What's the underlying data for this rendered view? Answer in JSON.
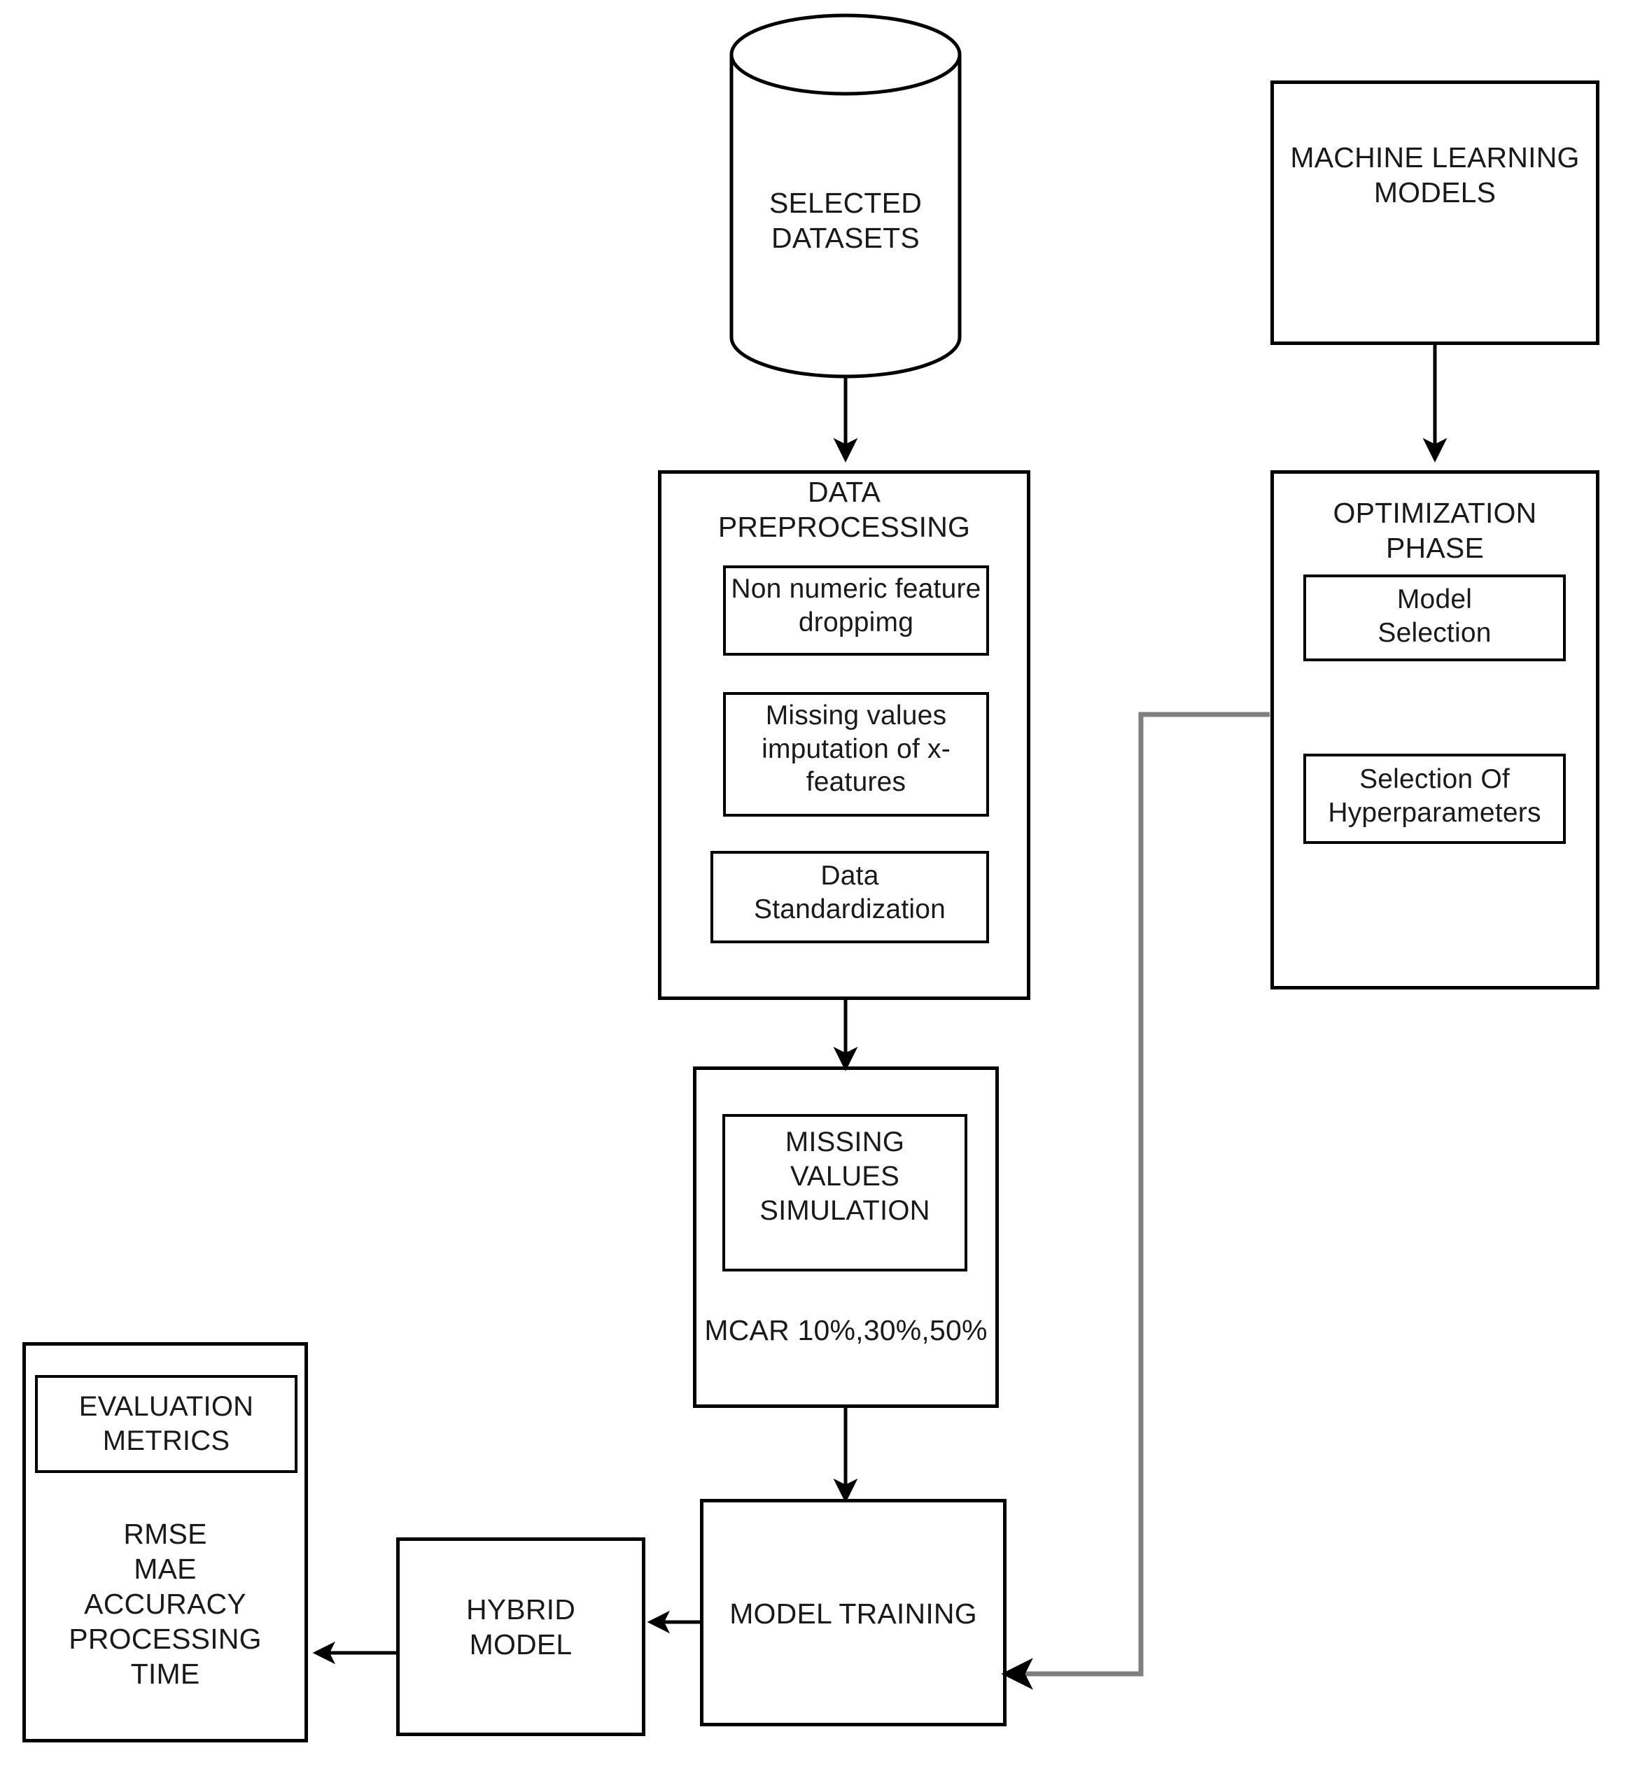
{
  "diagram": {
    "title": "Machine learning missing-value imputation pipeline flowchart",
    "nodes": {
      "selected_datasets": {
        "label": "SELECTED\nDATASETS",
        "shape": "cylinder"
      },
      "machine_learning_models": {
        "label": "MACHINE LEARNING\nMODELS",
        "shape": "rectangle"
      },
      "data_preprocessing": {
        "label": "DATA\nPREPROCESSING",
        "shape": "rectangle",
        "steps": [
          {
            "label": "Non numeric feature\ndroppimg"
          },
          {
            "label": "Missing values\nimputation of x-\nfeatures"
          },
          {
            "label": "Data\nStandardization"
          }
        ]
      },
      "optimization_phase": {
        "label": "OPTIMIZATION\nPHASE",
        "shape": "rectangle",
        "steps": [
          {
            "label": "Model\nSelection"
          },
          {
            "label": "Selection Of\nHyperparameters"
          }
        ]
      },
      "missing_values_simulation": {
        "label": "MISSING\nVALUES\nSIMULATION",
        "shape": "rectangle",
        "note": "MCAR 10%,30%,50%"
      },
      "model_training": {
        "label": "MODEL TRAINING",
        "shape": "rectangle"
      },
      "hybrid_model": {
        "label": "HYBRID\nMODEL",
        "shape": "rectangle"
      },
      "evaluation_metrics": {
        "label": "EVALUATION\nMETRICS",
        "shape": "rectangle",
        "metrics": "RMSE\nMAE\nACCURACY\nPROCESSING\nTIME"
      }
    },
    "edges": [
      {
        "from": "selected_datasets",
        "to": "data_preprocessing",
        "style": "solid-black"
      },
      {
        "from": "machine_learning_models",
        "to": "optimization_phase",
        "style": "solid-black"
      },
      {
        "from": "data_preprocessing",
        "to": "missing_values_simulation",
        "style": "solid-black"
      },
      {
        "from": "missing_values_simulation",
        "to": "model_training",
        "style": "solid-black"
      },
      {
        "from": "model_training",
        "to": "hybrid_model",
        "style": "solid-black"
      },
      {
        "from": "hybrid_model",
        "to": "evaluation_metrics",
        "style": "solid-black"
      },
      {
        "from": "optimization_phase",
        "to": "model_training",
        "style": "solid-gray"
      }
    ],
    "colors": {
      "stroke": "#000000",
      "gray_connector": "#7f7f7f",
      "text": "#1a1a1a",
      "background": "#ffffff"
    }
  }
}
